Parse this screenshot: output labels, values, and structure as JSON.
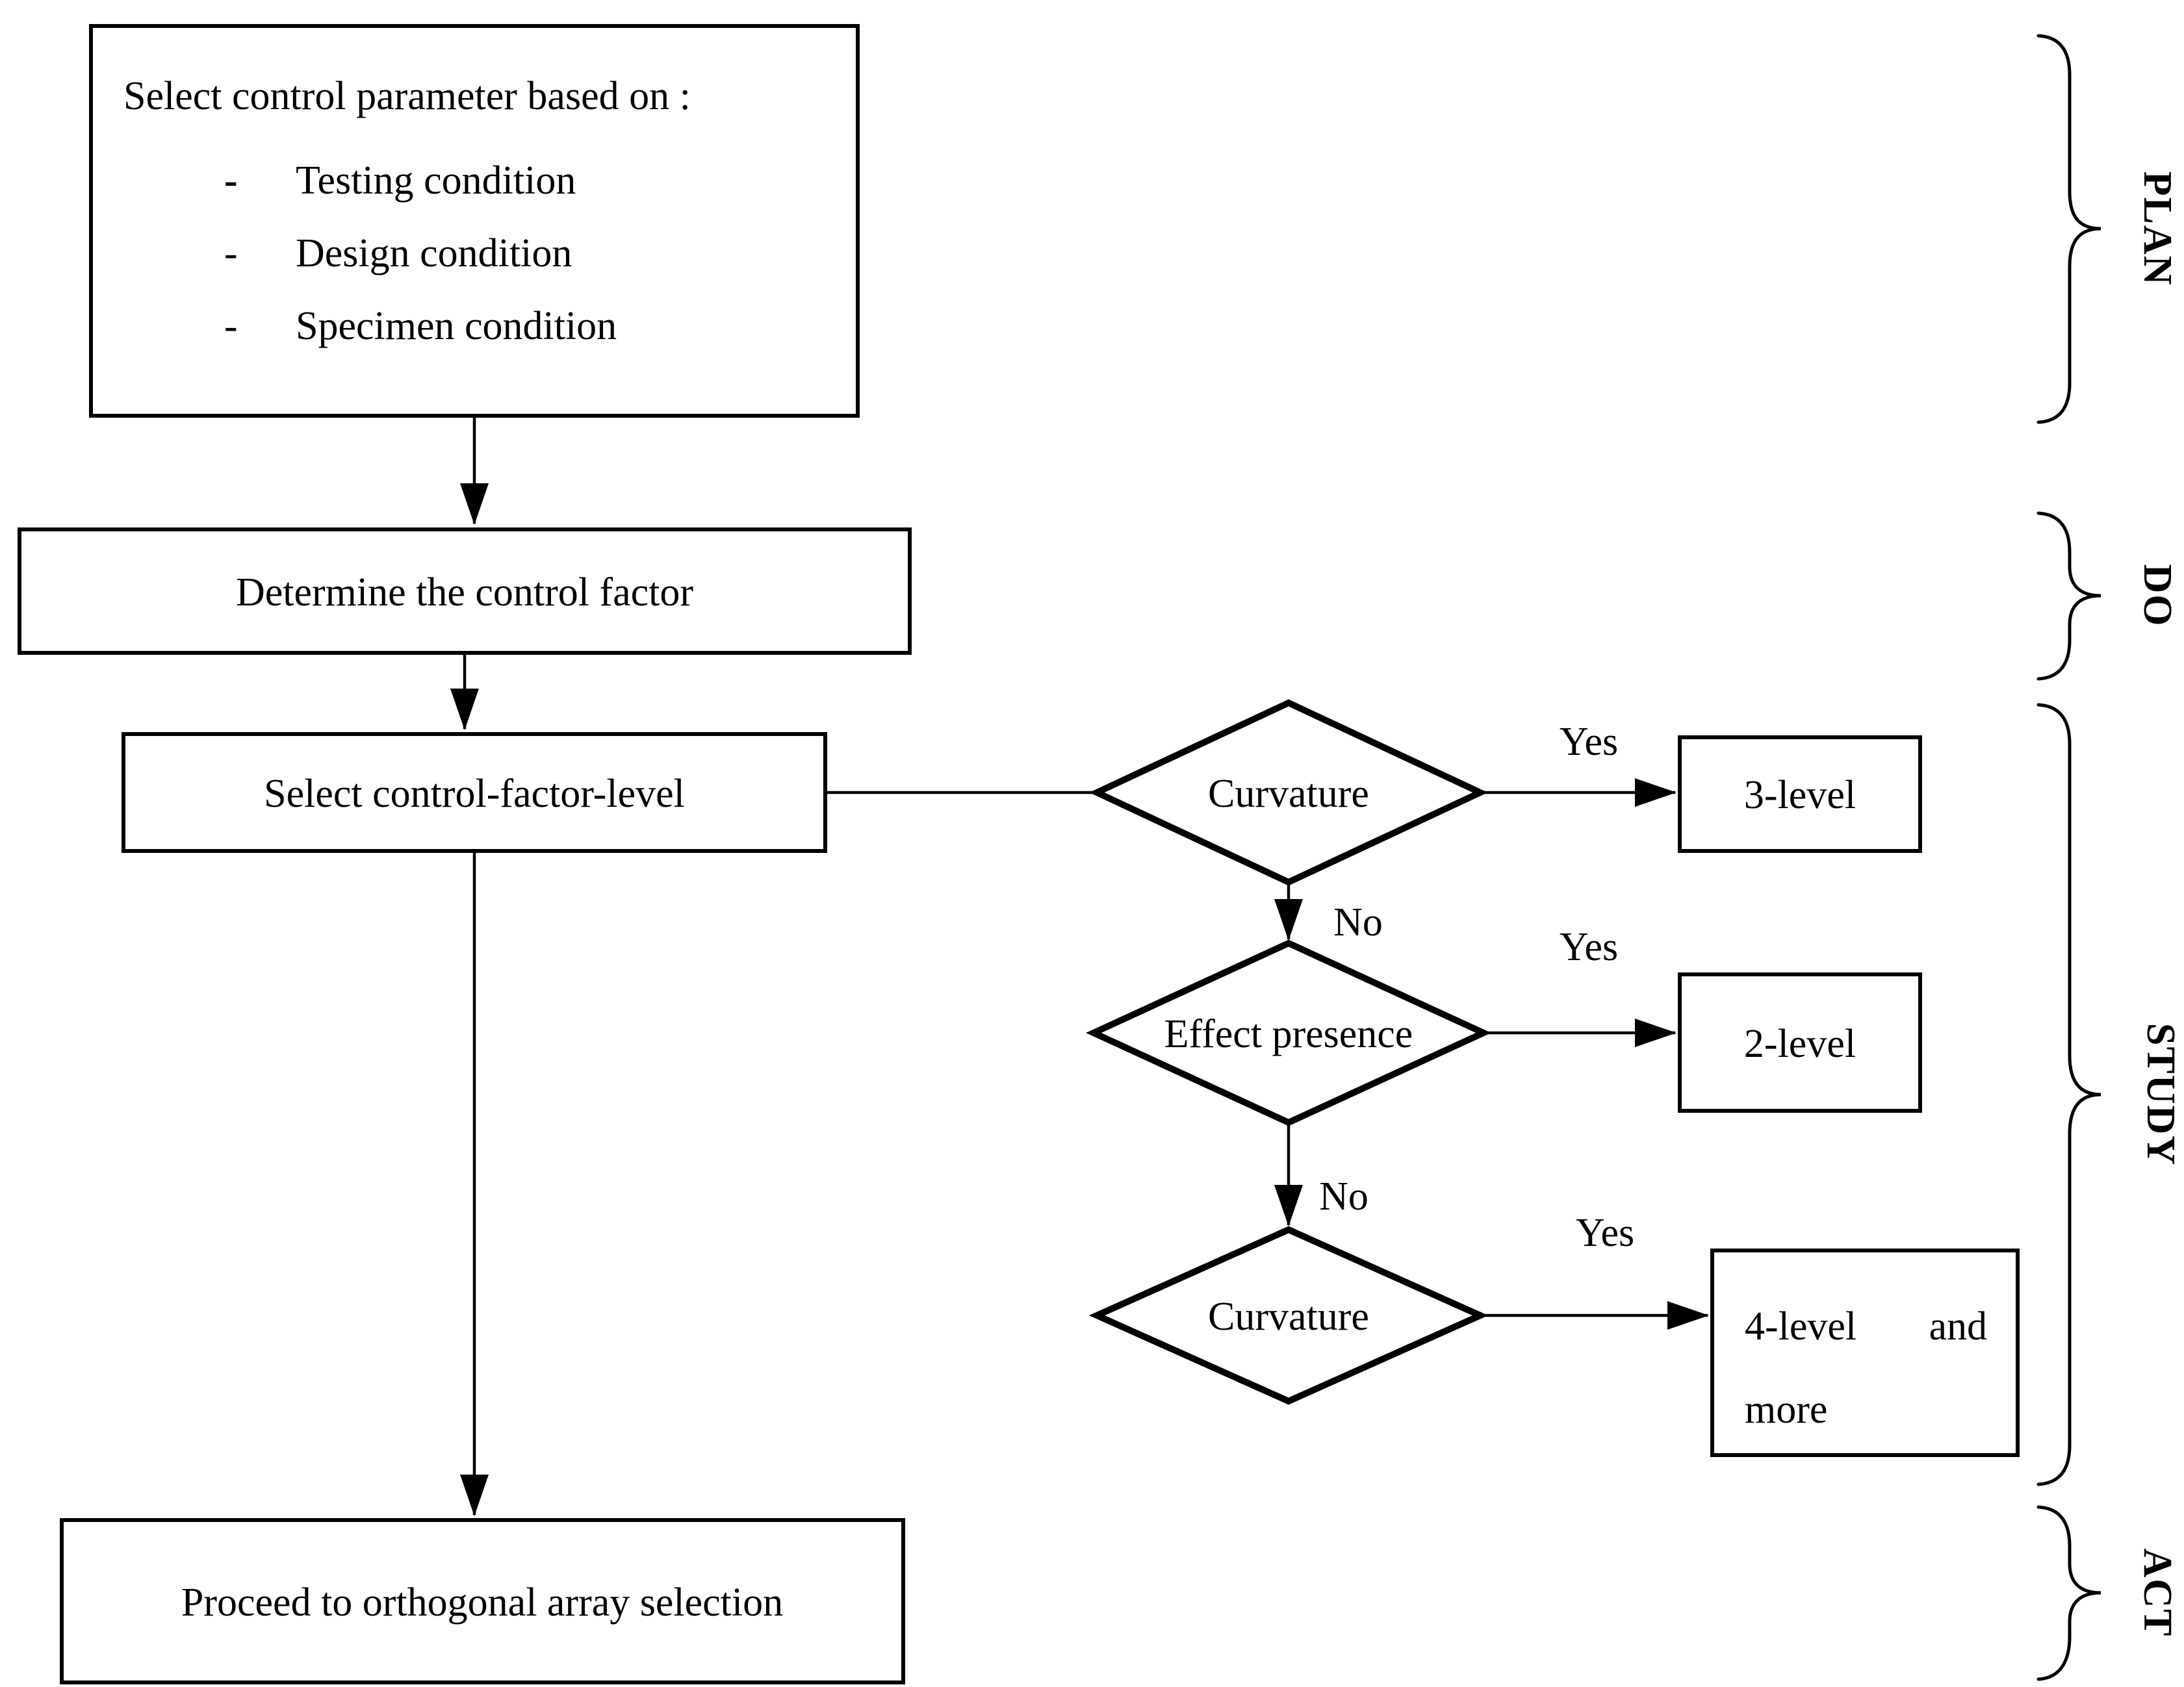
{
  "figure": {
    "kind": "flowchart",
    "colors": {
      "background": "#ffffff",
      "stroke": "#000000",
      "text": "#000000"
    }
  },
  "nodes": {
    "select_param": {
      "title": "Select control parameter based on :",
      "items": [
        {
          "dash": "-",
          "label": "Testing condition"
        },
        {
          "dash": "-",
          "label": "Design condition"
        },
        {
          "dash": "-",
          "label": "Specimen condition"
        }
      ]
    },
    "determine": {
      "label": "Determine the control factor"
    },
    "select_level": {
      "label": "Select control-factor-level"
    },
    "decision_curvature_1": {
      "label": "Curvature"
    },
    "decision_effect_presence": {
      "label": "Effect presence"
    },
    "decision_curvature_2": {
      "label": "Curvature"
    },
    "level3": {
      "label": "3-level"
    },
    "level2": {
      "label": "2-level"
    },
    "level4": {
      "word1": "4-level",
      "word2": "and",
      "line2": "more"
    },
    "proceed": {
      "label": "Proceed to orthogonal array selection"
    }
  },
  "edge_labels": {
    "curvature1_yes": "Yes",
    "curvature1_no": "No",
    "effect_yes": "Yes",
    "effect_no": "No",
    "curvature2_yes": "Yes"
  },
  "stages": {
    "plan": "PLAN",
    "do": "DO",
    "study": "STUDY",
    "act": "ACT"
  }
}
